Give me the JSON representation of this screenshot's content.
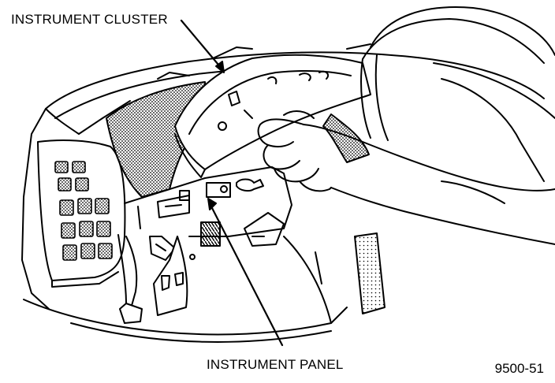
{
  "labels": {
    "instrument_cluster": "INSTRUMENT CLUSTER",
    "instrument_panel": "INSTRUMENT PANEL"
  },
  "figure_number": "9500-51",
  "colors": {
    "line": "#000000",
    "background": "#ffffff",
    "shading": "#7a7a7a"
  }
}
